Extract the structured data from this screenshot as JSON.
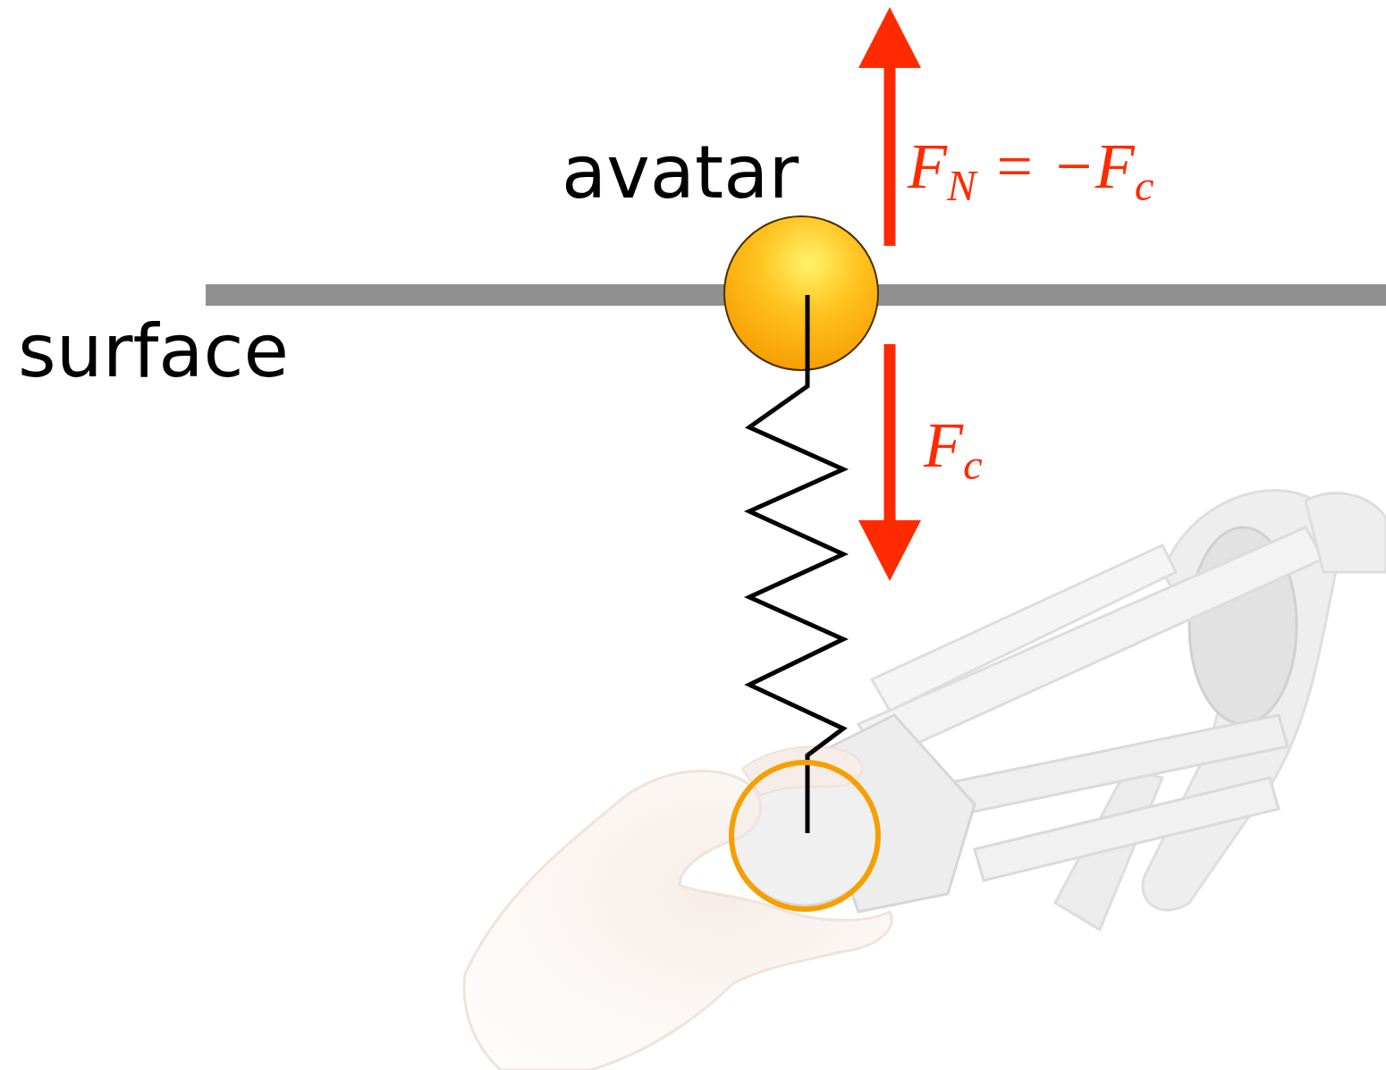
{
  "diagram": {
    "nodes": [
      {
        "text": [
          "surface"
        ]
      },
      {
        "text": [
          "avatar"
        ]
      }
    ],
    "labels": [
      "FN = −Fc",
      "Fc"
    ]
  }
}
